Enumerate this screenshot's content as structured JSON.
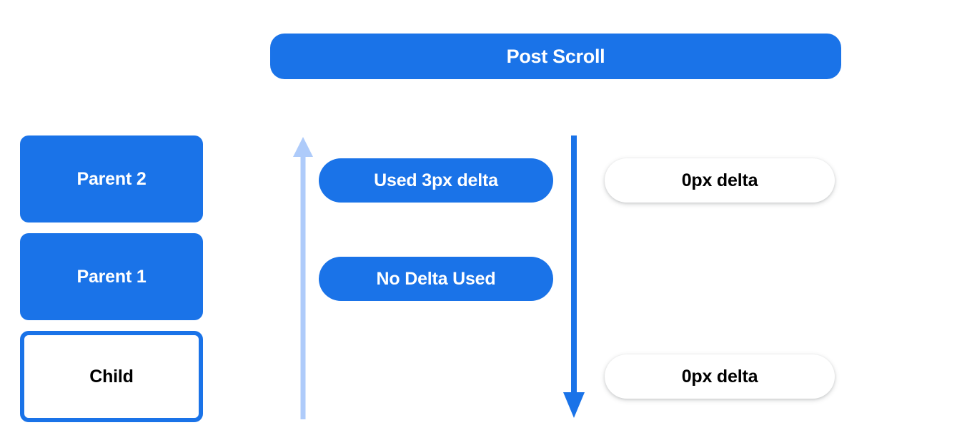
{
  "banner": {
    "label": "Post Scroll",
    "color": "#1a73e8",
    "text_color": "#ffffff"
  },
  "left_stack": {
    "name": "scroll-chain",
    "nodes": [
      {
        "label": "Parent 2",
        "style": "filled",
        "fill": "#1a73e8",
        "text_color": "#ffffff"
      },
      {
        "label": "Parent 1",
        "style": "filled",
        "fill": "#1a73e8",
        "text_color": "#ffffff"
      },
      {
        "label": "Child",
        "style": "outlined",
        "fill": "#ffffff",
        "border_color": "#1a73e8",
        "text_color": "#000000"
      }
    ]
  },
  "arrows": [
    {
      "name": "scroll-up-arrow",
      "direction": "up",
      "color": "#aecbfa",
      "icon": "arrow-up-icon"
    },
    {
      "name": "scroll-down-arrow",
      "direction": "down",
      "color": "#1a73e8",
      "icon": "arrow-down-icon"
    }
  ],
  "middle_pills": [
    {
      "label": "Used 3px delta",
      "fill": "#1a73e8",
      "text_color": "#ffffff"
    },
    {
      "label": "No Delta Used",
      "fill": "#1a73e8",
      "text_color": "#ffffff"
    }
  ],
  "right_pills": [
    {
      "label": "0px delta",
      "fill": "#ffffff",
      "text_color": "#000000"
    },
    {
      "label": "0px delta",
      "fill": "#ffffff",
      "text_color": "#000000"
    }
  ]
}
